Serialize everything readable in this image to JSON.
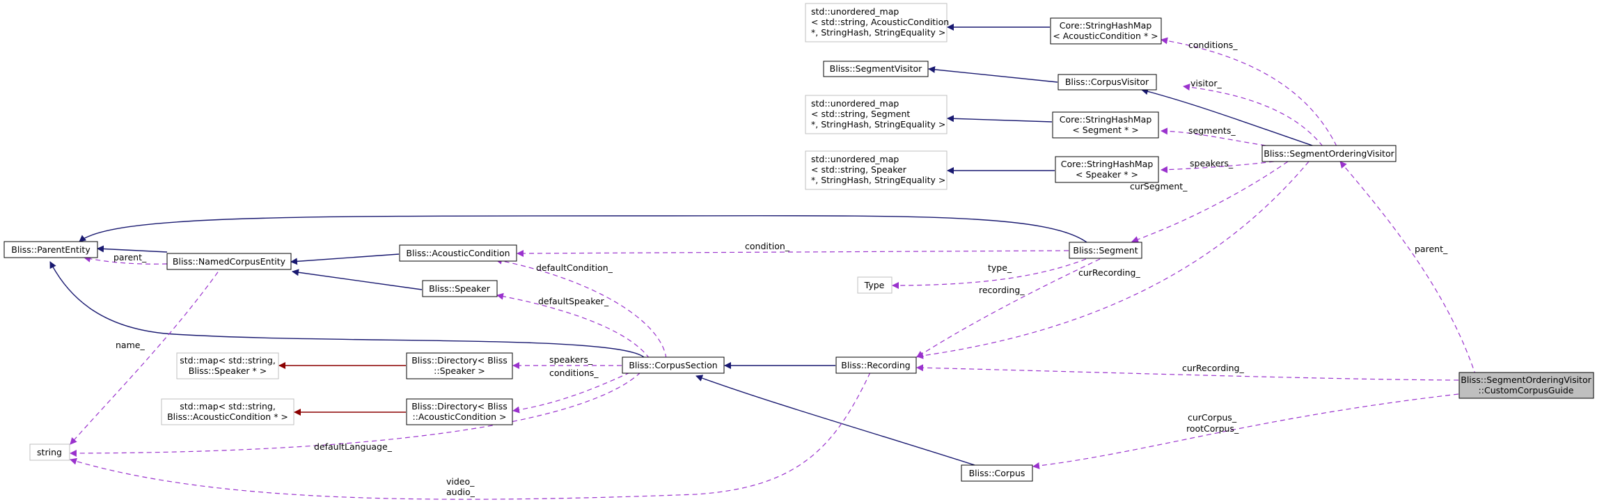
{
  "colors": {
    "inheritance": "#191970",
    "template_instance": "#8b0000",
    "usage": "#9a32cd",
    "focus_node_fill": "#bfbfbf",
    "external_node_border": "#bfbfbf"
  },
  "nodes": {
    "unordered_map_acoustic": [
      "std::unordered_map",
      "< std::string, AcousticCondition",
      " *, StringHash, StringEquality >"
    ],
    "hashmap_acoustic": [
      "Core::StringHashMap",
      "< AcousticCondition * >"
    ],
    "segment_visitor": [
      "Bliss::SegmentVisitor"
    ],
    "corpus_visitor": [
      "Bliss::CorpusVisitor"
    ],
    "unordered_map_segment": [
      "std::unordered_map",
      "< std::string, Segment",
      " *, StringHash, StringEquality >"
    ],
    "hashmap_segment": [
      "Core::StringHashMap",
      "< Segment * >"
    ],
    "segment_ordering_visitor": [
      "Bliss::SegmentOrderingVisitor"
    ],
    "unordered_map_speaker": [
      "std::unordered_map",
      "< std::string, Speaker",
      " *, StringHash, StringEquality >"
    ],
    "hashmap_speaker": [
      "Core::StringHashMap",
      "< Speaker * >"
    ],
    "parent_entity": [
      "Bliss::ParentEntity"
    ],
    "named_corpus_entity": [
      "Bliss::NamedCorpusEntity"
    ],
    "acoustic_condition": [
      "Bliss::AcousticCondition"
    ],
    "segment": [
      "Bliss::Segment"
    ],
    "type": [
      "Type"
    ],
    "speaker": [
      "Bliss::Speaker"
    ],
    "map_speaker": [
      "std::map< std::string,",
      "Bliss::Speaker * >"
    ],
    "directory_speaker": [
      "Bliss::Directory< Bliss",
      "::Speaker >"
    ],
    "corpus_section": [
      "Bliss::CorpusSection"
    ],
    "recording": [
      "Bliss::Recording"
    ],
    "custom_corpus_guide": [
      "Bliss::SegmentOrderingVisitor",
      "::CustomCorpusGuide"
    ],
    "map_acoustic": [
      "std::map< std::string,",
      "Bliss::AcousticCondition * >"
    ],
    "directory_acoustic": [
      "Bliss::Directory< Bliss",
      "::AcousticCondition >"
    ],
    "string": [
      "string"
    ],
    "corpus": [
      "Bliss::Corpus"
    ]
  },
  "edge_labels": {
    "conditions_1": "conditions_",
    "visitor": "visitor_",
    "segments": "segments_",
    "speakers_1": "speakers_",
    "cur_segment": "curSegment_",
    "parent_1": "parent_",
    "condition": "condition_",
    "type": "type_",
    "cur_recording_1": "curRecording_",
    "recording": "recording_",
    "default_condition": "defaultCondition_",
    "default_speaker": "defaultSpeaker_",
    "name": "name_",
    "speakers_2": "speakers_",
    "conditions_2": "conditions_",
    "cur_recording_2": "curRecording_",
    "cur_corpus": "curCorpus_",
    "root_corpus": "rootCorpus_",
    "default_language": "defaultLanguage_",
    "video": "video_",
    "audio": "audio_",
    "parent_2": "parent_"
  }
}
